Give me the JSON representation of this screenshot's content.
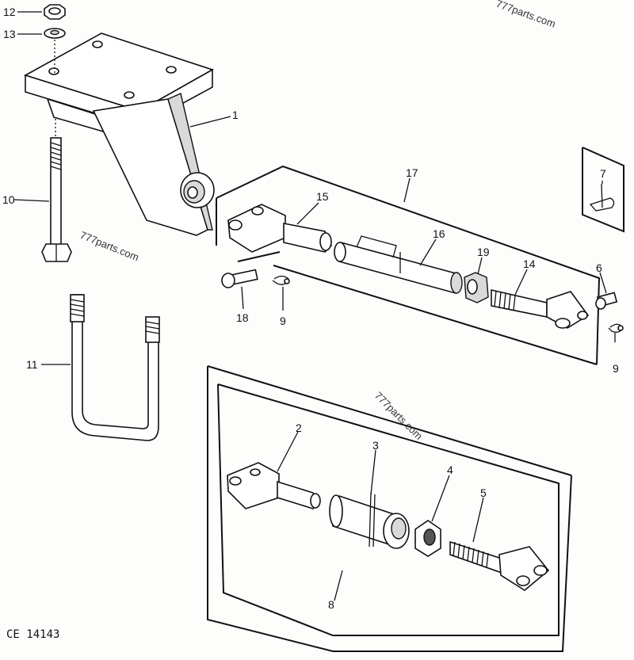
{
  "diagram": {
    "callouts": [
      "1",
      "2",
      "3",
      "4",
      "5",
      "6",
      "7",
      "8",
      "9",
      "9",
      "10",
      "11",
      "12",
      "13",
      "14",
      "15",
      "16",
      "17",
      "18",
      "19"
    ],
    "watermarks": [
      "777parts.com",
      "777parts.com",
      "777parts.com"
    ],
    "drawing_code": "CE 14143"
  }
}
